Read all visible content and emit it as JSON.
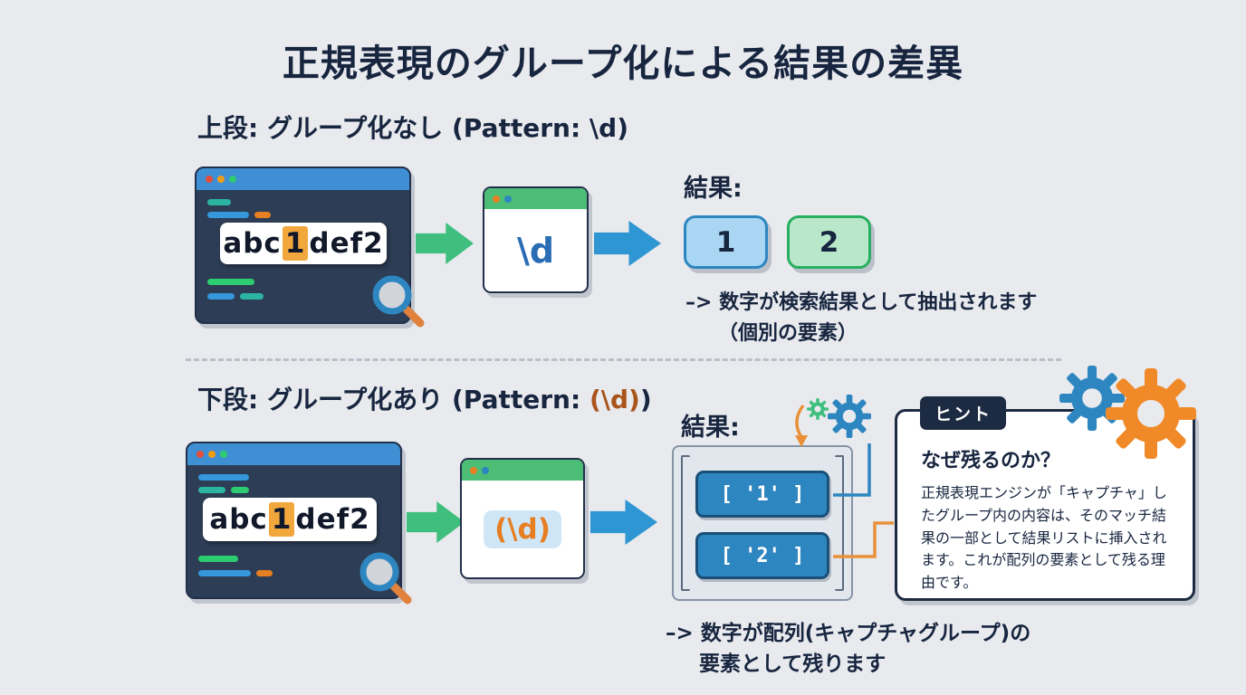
{
  "title": "正規表現のグループ化による結果の差異",
  "top": {
    "label": "上段: グループ化なし (Pattern: \\d)",
    "editor": {
      "part1": "abc",
      "highlight": "1",
      "part2": "def2"
    },
    "pattern": "\\d",
    "result_label": "結果:",
    "results": [
      "1",
      "2"
    ],
    "note1": "–> 数字が検索結果として抽出されます",
    "note2": "（個別の要素）"
  },
  "bottom": {
    "label_prefix": "下段: グループ化あり (Pattern: ",
    "label_pattern": "(\\d)",
    "label_suffix": ")",
    "editor": {
      "part1": "abc",
      "highlight": "1",
      "part2": "def2"
    },
    "pattern": "(\\d)",
    "result_label": "結果:",
    "results": [
      "[ '1' ]",
      "[ '2' ]"
    ],
    "hint": {
      "tab": "ヒント",
      "title": "なぜ残るのか？",
      "body": "正規表現エンジンが「キャプチャ」したグループ内の内容は、そのマッチ結果の一部として結果リストに挿入されます。これが配列の要素として残る理由です。"
    },
    "note1": "–> 数字が配列(キャプチャグループ)の",
    "note2": "要素として残ります"
  },
  "colors": {
    "accent_blue": "#2e86c1",
    "accent_green": "#3fbf7d",
    "accent_orange": "#e67e22",
    "navy": "#1d2b42"
  }
}
